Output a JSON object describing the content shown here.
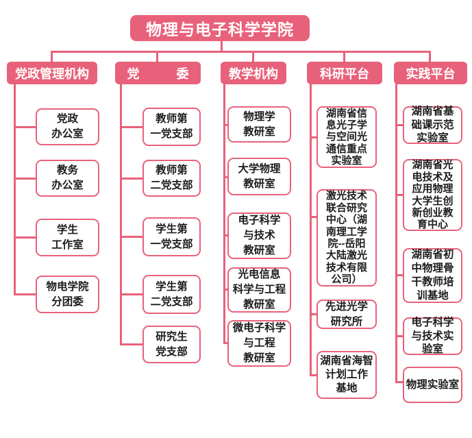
{
  "title": "物理与电子科学学院",
  "colors": {
    "accent": "#E8617A",
    "node_text": "#1C1C1C",
    "node_fill": "#FFFFFF",
    "header_text": "#FFFFFF",
    "background": "#FFFFFF"
  },
  "branches": [
    {
      "label": "党政管理机构",
      "children": [
        "党政\n办公室",
        "教务\n办公室",
        "学生\n工作室",
        "物电学院\n分团委"
      ]
    },
    {
      "label": "党　　　委",
      "children": [
        "教师第\n一党支部",
        "教师第\n二党支部",
        "学生第\n一党支部",
        "学生第\n二党支部",
        "研究生\n党支部"
      ]
    },
    {
      "label": "教学机构",
      "children": [
        "物理学\n教研室",
        "大学物理\n教研室",
        "电子科学\n与技术\n教研室",
        "光电信息\n科学与工程\n教研室",
        "微电子科学\n与工程\n教研室"
      ]
    },
    {
      "label": "科研平台",
      "children": [
        "湖南省信\n息光子学\n与空间光\n通信重点\n实验室",
        "激光技术\n联合研究\n中心（湖\n南理工学\n院--岳阳\n大陆激光\n技术有限\n公司）",
        "先进光学\n研究所",
        "湖南省海智\n计划工作\n基地"
      ]
    },
    {
      "label": "实践平台",
      "children": [
        "湖南省基\n础课示范\n实验室",
        "湖南省光\n电技术及\n应用物理\n大学生创\n新创业教\n育中心",
        "湖南省初\n中物理骨\n干教师培\n训基地",
        "电子科学\n与技术实\n验室",
        "物理实验室"
      ]
    }
  ]
}
